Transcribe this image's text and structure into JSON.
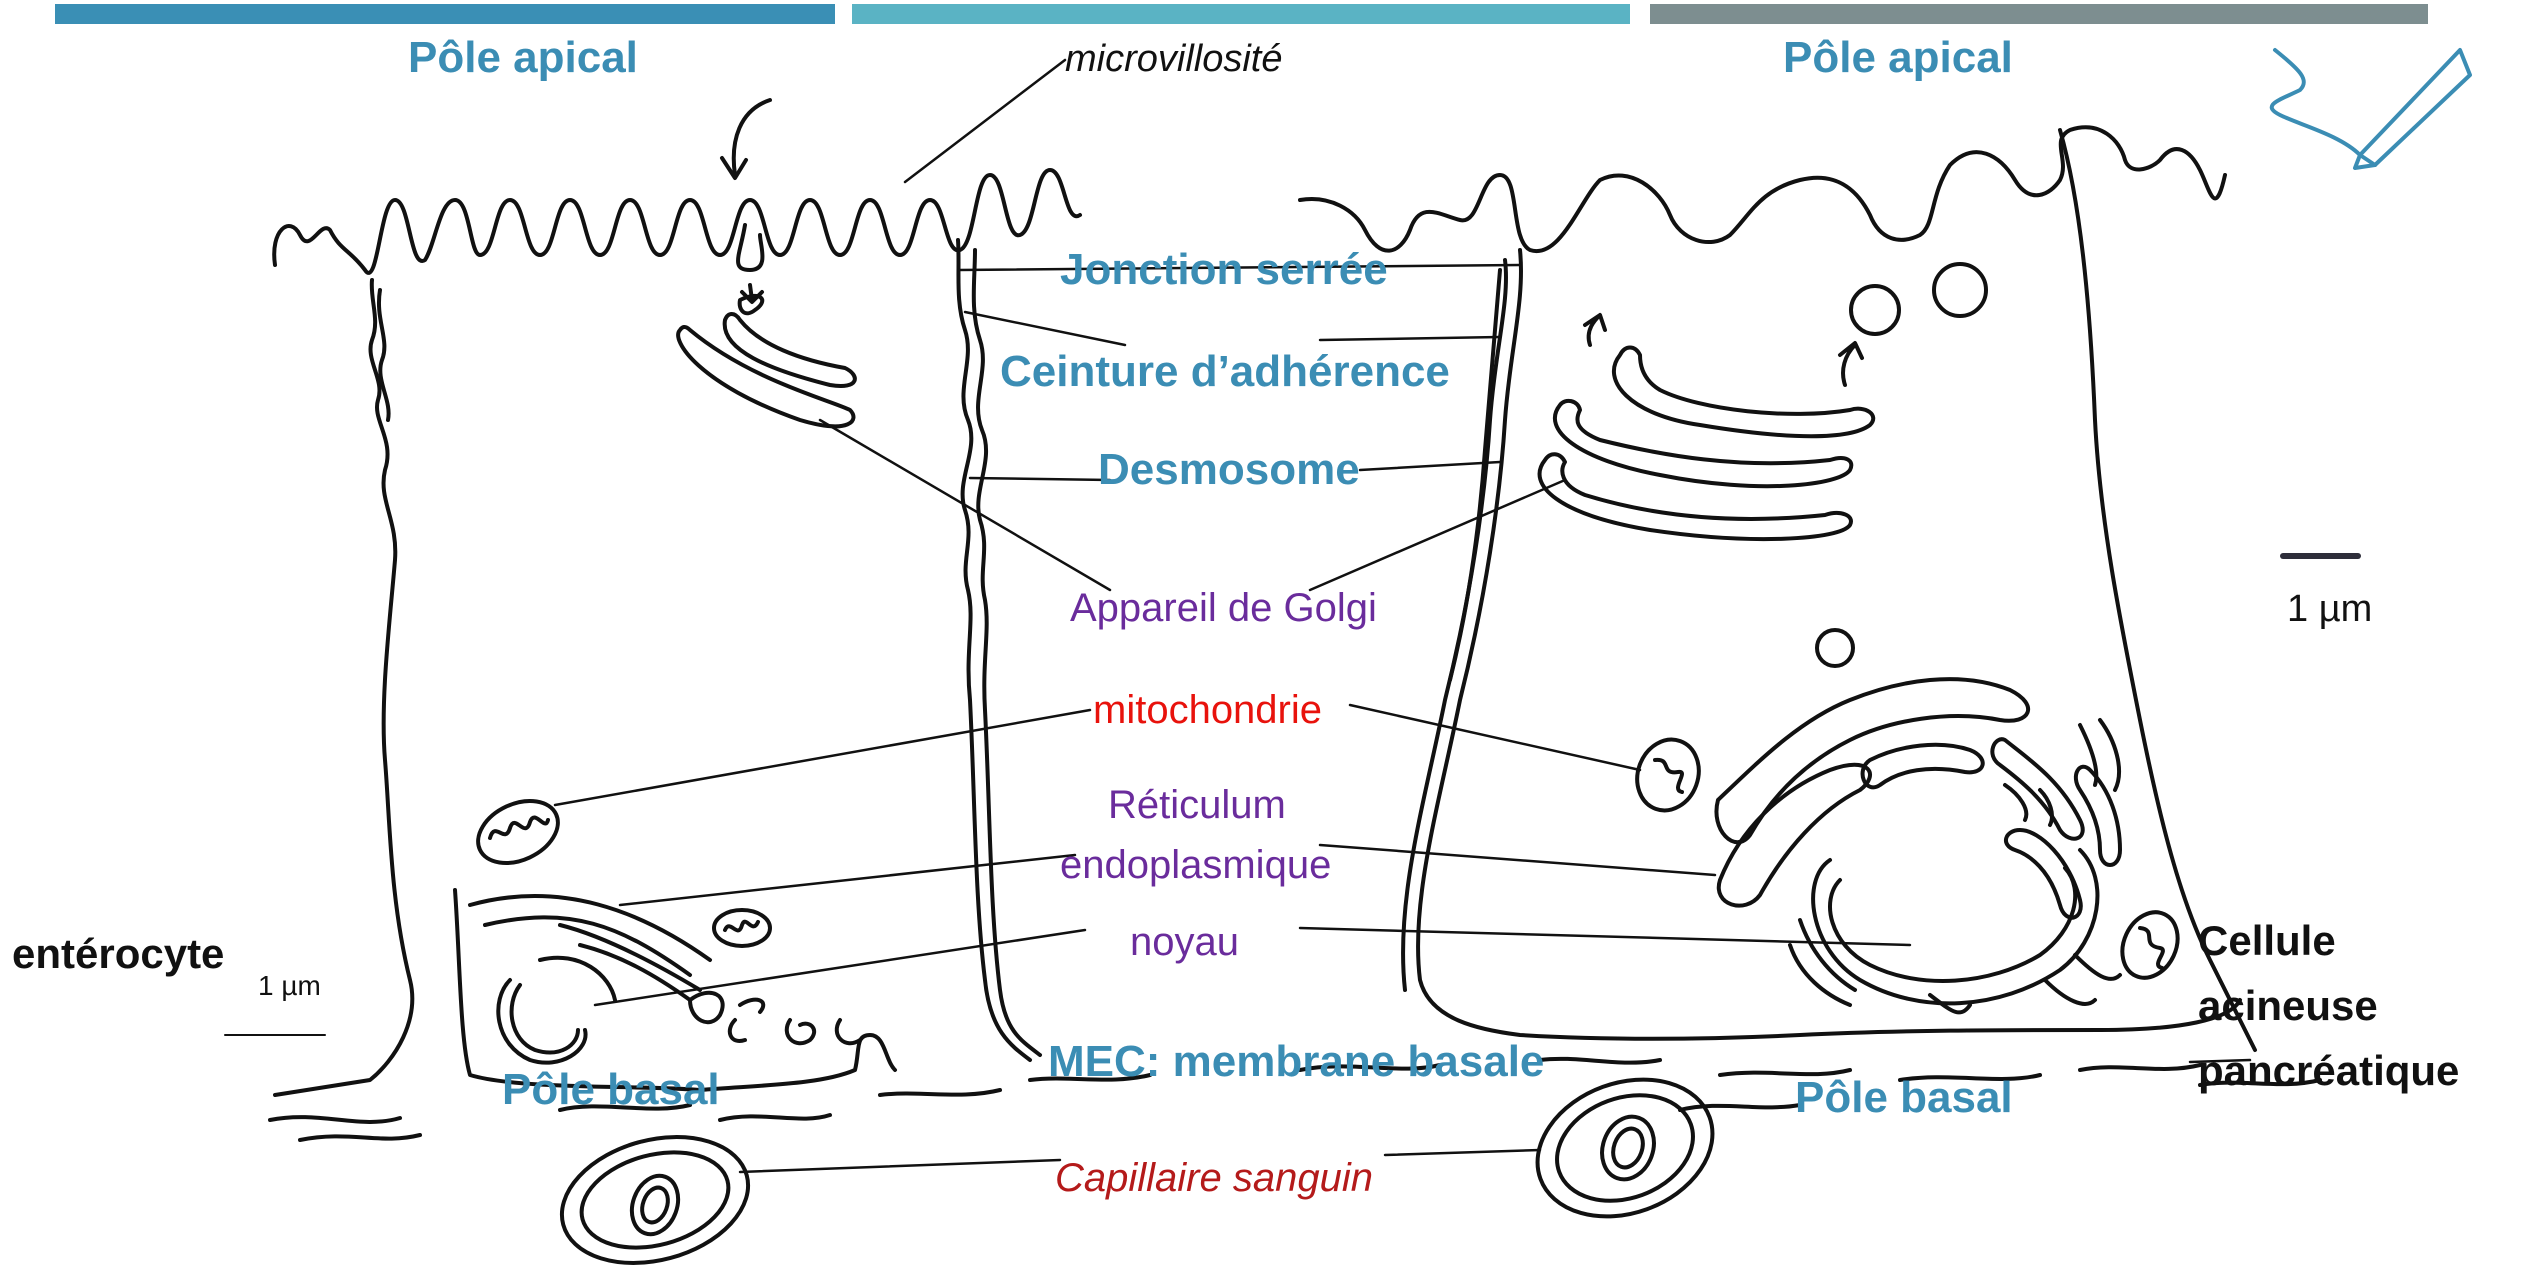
{
  "header_bars": {
    "left": "#3a8fb5",
    "middle": "#5ab3c4",
    "right": "#7d8e90"
  },
  "labels": {
    "pole_apical_left": "Pôle apical",
    "pole_apical_right": "Pôle apical",
    "microvillosite": "microvillosité",
    "jonction_serree": "Jonction serrée",
    "ceinture": "Ceinture d’adhérence",
    "desmosome": "Desmosome",
    "golgi": "Appareil de Golgi",
    "mitochondrie": "mitochondrie",
    "reticulum_1": "Réticulum",
    "reticulum_2": "endoplasmique",
    "noyau": "noyau",
    "mec": "MEC: membrane basale",
    "pole_basal_left": "Pôle basal",
    "pole_basal_right": "Pôle basal",
    "capillaire": "Capillaire sanguin",
    "enterocyte": "entérocyte",
    "scale_left": "1 µm",
    "scale_right": "1 µm",
    "acineuse_1": "Cellule",
    "acineuse_2": "acineuse",
    "acineuse_3": "pancréatique"
  },
  "icons": {
    "corner": "pen-icon"
  }
}
